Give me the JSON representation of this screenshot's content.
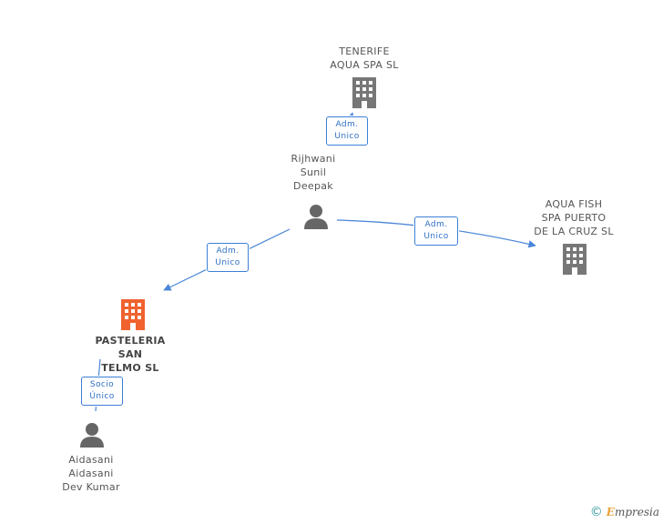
{
  "colors": {
    "edge": "#4a86d8",
    "company": "#777777",
    "company_highlight": "#f0622e",
    "person": "#666666",
    "badge_border": "#3d7fd6",
    "badge_text": "#2f6fc4"
  },
  "nodes": {
    "tenerife": {
      "label": "TENERIFE\nAQUA SPA  SL",
      "icon": "building-icon"
    },
    "rijhwani": {
      "label": "Rijhwani\nSunil\nDeepak",
      "icon": "person-icon"
    },
    "aquafish": {
      "label": "AQUA FISH\nSPA PUERTO\nDE LA CRUZ SL",
      "icon": "building-icon"
    },
    "pasteleria": {
      "label": "PASTELERIA\nSAN\nTELMO  SL",
      "icon": "building-icon"
    },
    "aidasani": {
      "label": "Aidasani\nAidasani\nDev Kumar",
      "icon": "person-icon"
    }
  },
  "edges": {
    "to_tenerife": {
      "line1": "Adm.",
      "line2": "Unico"
    },
    "to_aquafish": {
      "line1": "Adm.",
      "line2": "Unico"
    },
    "to_pasteleria": {
      "line1": "Adm.",
      "line2": "Unico"
    },
    "to_aidasani": {
      "line1": "Socio",
      "line2": "Único"
    }
  },
  "footer": {
    "copyright": "©",
    "brand_first": "E",
    "brand_rest": "mpresia"
  }
}
